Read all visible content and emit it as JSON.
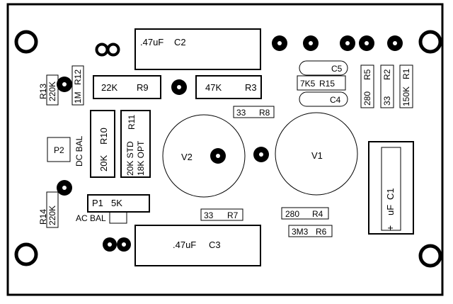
{
  "components": {
    "c2": "C2",
    "c2_value": ".47uF",
    "c3": "C3",
    "c3_value": ".47uF",
    "c1": "C1",
    "c1_value": "uF",
    "c1_polarity": "+",
    "c4": "C4",
    "c5": "C5",
    "r9": "R9",
    "r9_value": "22K",
    "r3": "R3",
    "r3_value": "47K",
    "r13": "R13",
    "r13_value": "220K",
    "r12": "R12",
    "r12_value": "1M",
    "r14": "R14",
    "r14_value": "220K",
    "r10": "R10",
    "r10_value": "20K",
    "r11": "R11",
    "r11_std": "20K STD",
    "r11_opt": "18K OPT",
    "r8": "R8",
    "r8_value": "33",
    "r7": "R7",
    "r7_value": "33",
    "r4": "R4",
    "r4_value": "280",
    "r6": "R6",
    "r6_value": "3M3",
    "r15": "R15",
    "r15_value": "7K5",
    "r5": "R5",
    "r5_value": "280",
    "r2": "R2",
    "r2_value": "33",
    "r1": "R1",
    "r1_value": "150K",
    "p1": "P1",
    "p1_value": "5K",
    "p1_func": "AC BAL",
    "p2": "P2",
    "p2_func": "DC BAL",
    "v1": "V1",
    "v2": "V2"
  },
  "colors": {
    "ink": "#000000",
    "board": "#ffffff"
  }
}
